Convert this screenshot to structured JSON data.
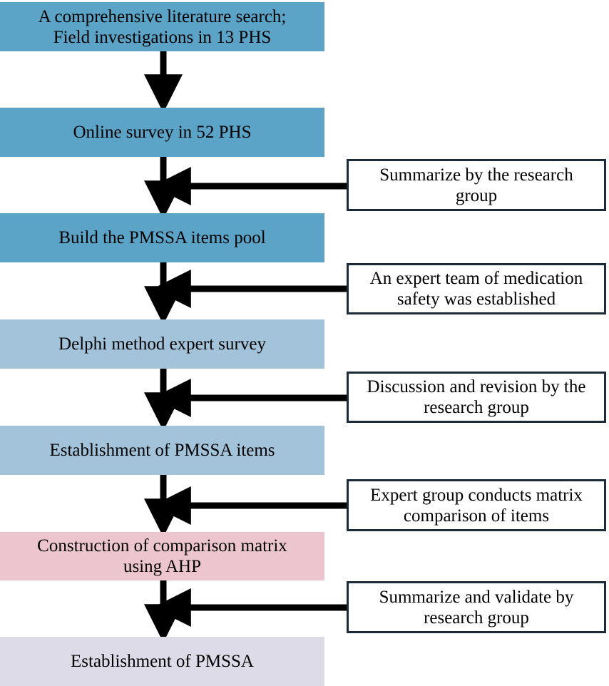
{
  "colors": {
    "dark_blue": "#5ba3c7",
    "light_blue": "#a2c3d9",
    "pink": "#ecc5cf",
    "lavender": "#dcdbe7",
    "arrow": "#000000",
    "note_border": "#1c2b3a"
  },
  "steps": [
    {
      "lines": [
        "A comprehensive literature search;",
        "Field investigations in 13 PHS"
      ],
      "color": "dark_blue"
    },
    {
      "lines": [
        "Online survey in 52 PHS"
      ],
      "color": "dark_blue"
    },
    {
      "lines": [
        "Build the PMSSA items pool"
      ],
      "color": "dark_blue"
    },
    {
      "lines": [
        "Delphi method expert survey"
      ],
      "color": "light_blue"
    },
    {
      "lines": [
        "Establishment of PMSSA items"
      ],
      "color": "light_blue"
    },
    {
      "lines": [
        "Construction of comparison matrix",
        "using AHP"
      ],
      "color": "pink"
    },
    {
      "lines": [
        "Establishment of PMSSA"
      ],
      "color": "lavender"
    }
  ],
  "notes": [
    {
      "lines": [
        "Summarize by the research",
        "group"
      ]
    },
    {
      "lines": [
        "An expert team of medication",
        "safety was established"
      ]
    },
    {
      "lines": [
        "Discussion and revision by the",
        "research group"
      ]
    },
    {
      "lines": [
        "Expert group conducts matrix",
        "comparison of items"
      ]
    },
    {
      "lines": [
        "Summarize and validate by",
        "research group"
      ]
    }
  ]
}
